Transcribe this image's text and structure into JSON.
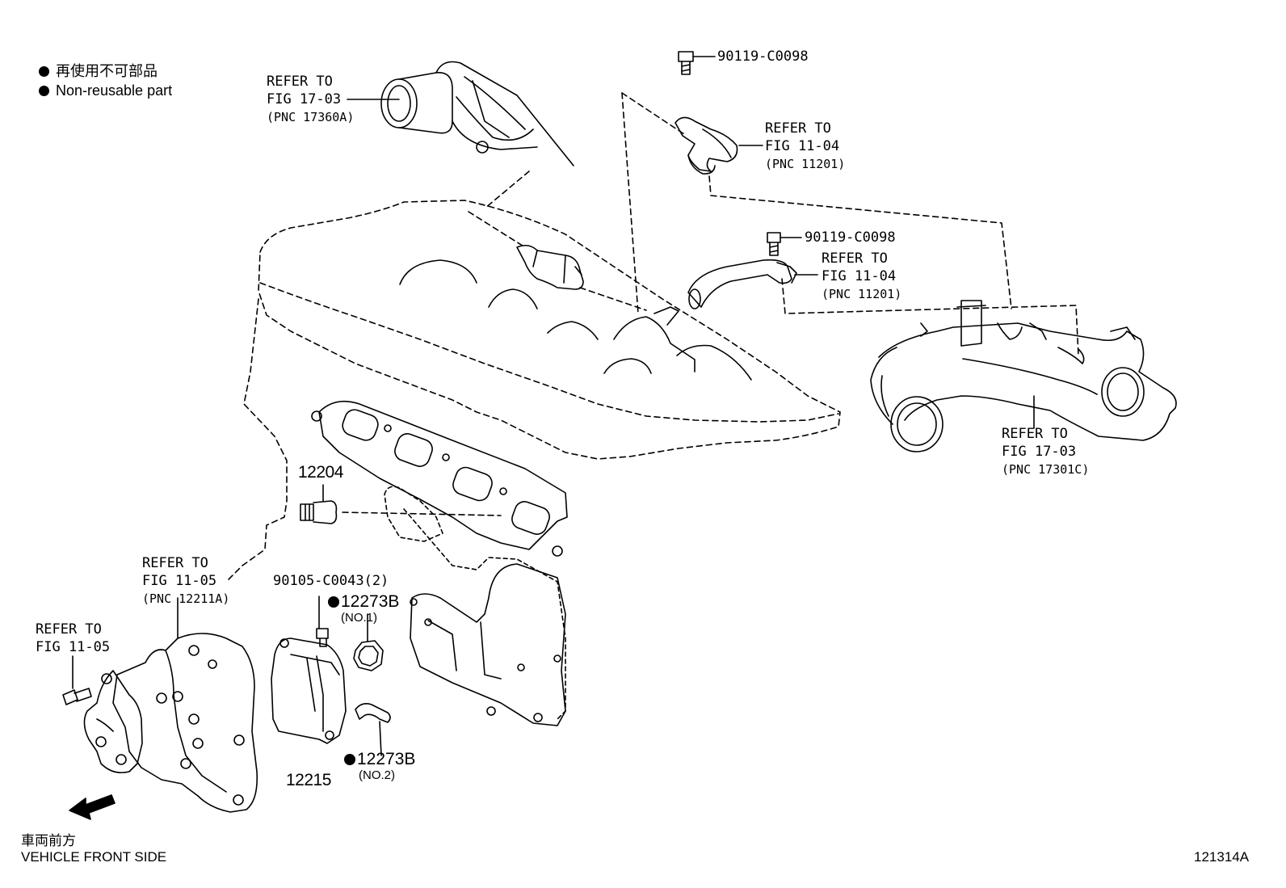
{
  "legend": {
    "line1": "再使用不可部品",
    "line2": "Non-reusable part"
  },
  "refs": {
    "r1": {
      "refer": "REFER TO",
      "fig": "FIG 17-03",
      "pnc": "(PNC 17360A)"
    },
    "r2": {
      "refer": "REFER TO",
      "fig": "FIG 11-04",
      "pnc": "(PNC 11201)"
    },
    "r3": {
      "refer": "REFER TO",
      "fig": "FIG 11-04",
      "pnc": "(PNC 11201)"
    },
    "r4": {
      "refer": "REFER TO",
      "fig": "FIG 17-03",
      "pnc": "(PNC 17301C)"
    },
    "r5": {
      "refer": "REFER TO",
      "fig": "FIG 11-05",
      "pnc": "(PNC 12211A)"
    },
    "r6": {
      "refer": "REFER TO",
      "fig": "FIG 11-05"
    }
  },
  "parts": {
    "bolt_top": "90119-C0098",
    "bolt_mid": "90119-C0098",
    "sensor": "12204",
    "bolt_pair": "90105-C0043(2)",
    "gasket1": "12273B",
    "gasket1_sub": "(NO.1)",
    "gasket2": "12273B",
    "gasket2_sub": "(NO.2)",
    "separator": "12215"
  },
  "front": {
    "jp": "車両前方",
    "en": "VEHICLE FRONT SIDE"
  },
  "figure_id": "121314A"
}
